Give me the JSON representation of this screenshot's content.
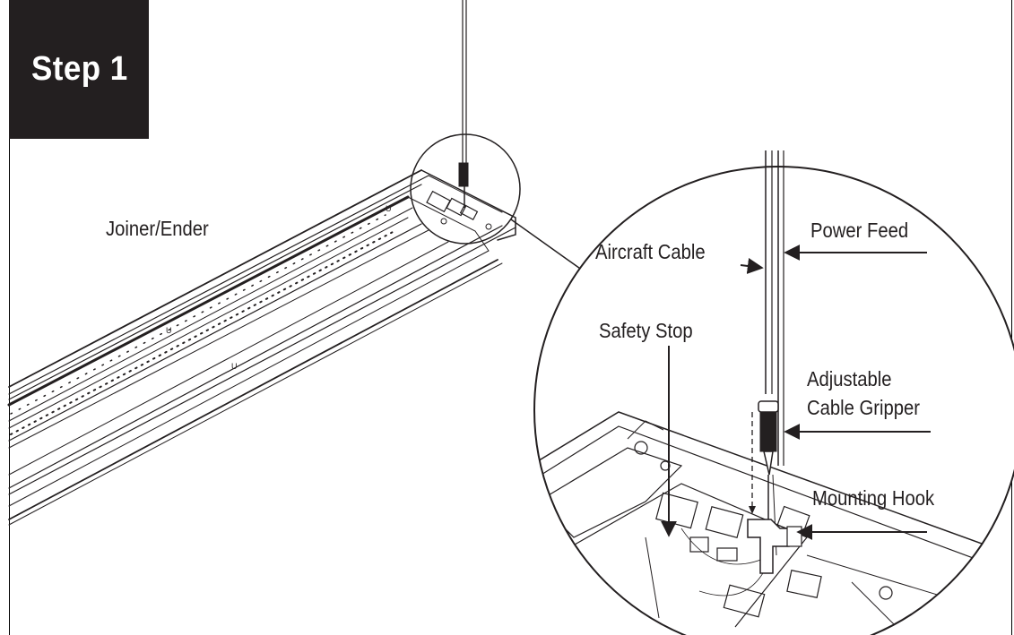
{
  "step": {
    "label": "Step 1"
  },
  "labels": {
    "joiner_ender": "Joiner/Ender",
    "aircraft_cable": "Aircraft Cable",
    "power_feed": "Power Feed",
    "safety_stop": "Safety Stop",
    "cable_gripper_line1": "Adjustable",
    "cable_gripper_line2": "Cable Gripper",
    "mounting_hook": "Mounting Hook"
  }
}
